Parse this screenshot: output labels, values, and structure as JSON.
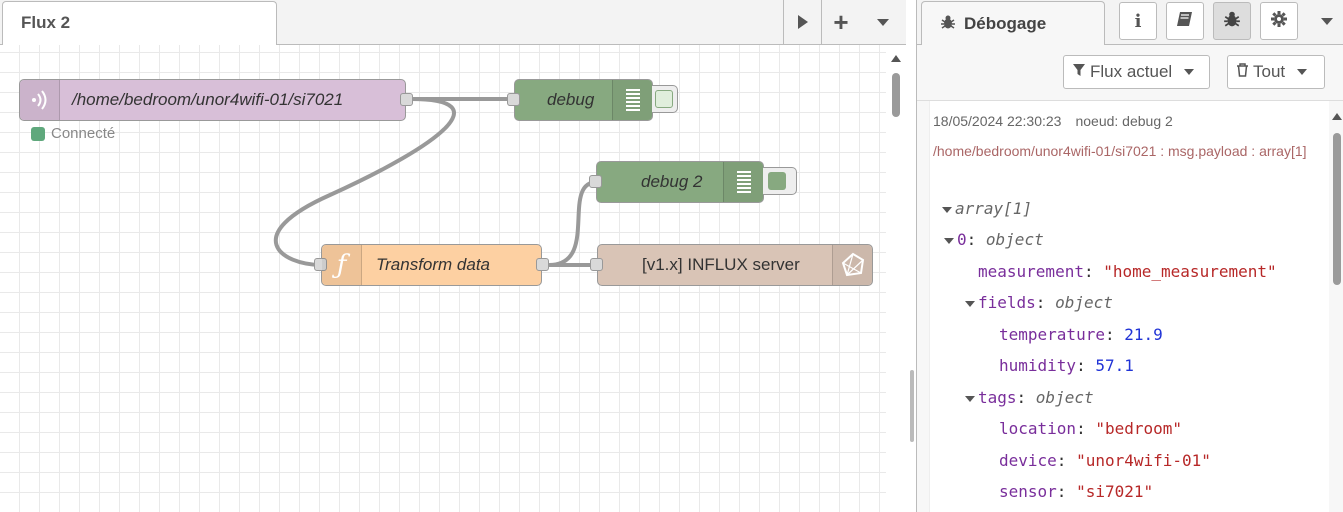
{
  "workspace": {
    "tabs": [
      {
        "label": "Flux 2"
      }
    ],
    "tools": {
      "deploy_icon": "play-icon",
      "add_icon": "plus-icon",
      "menu_icon": "caret-down-icon"
    }
  },
  "nodes": {
    "mqtt_in": {
      "label": "/home/bedroom/unor4wifi-01/si7021",
      "status": "Connecté",
      "status_color": "#5fa87c",
      "color": "#d8bfd8",
      "icon": "mqtt-wave-icon"
    },
    "debug1": {
      "label": "debug",
      "color": "#87a980",
      "icon": "debug-lines-icon",
      "active_color": "#e0eedc"
    },
    "debug2": {
      "label": "debug 2",
      "color": "#87a980",
      "icon": "debug-lines-icon",
      "active_color": "#87a980"
    },
    "function": {
      "label": "Transform data",
      "color": "#fdd0a2",
      "icon": "function-icon"
    },
    "influx": {
      "label": "[v1.x] INFLUX server",
      "color": "#d9c4b6",
      "icon": "influx-logo-icon"
    }
  },
  "sidebar": {
    "tab_label": "Débogage",
    "tab_icon": "bug-icon",
    "buttons": [
      {
        "name": "info",
        "icon": "info-icon"
      },
      {
        "name": "help",
        "icon": "book-icon"
      },
      {
        "name": "debug",
        "icon": "bug-icon",
        "selected": true
      },
      {
        "name": "config",
        "icon": "gear-icon"
      }
    ],
    "toolbar": {
      "filter_label": "Flux actuel",
      "clear_label": "Tout"
    }
  },
  "debug_message": {
    "timestamp": "18/05/2024 22:30:23",
    "node_ref": "noeud: debug 2",
    "topic_line": "/home/bedroom/unor4wifi-01/si7021 : msg.payload : array[1]",
    "root": "array[1]",
    "item0_key": "0",
    "item0_type": "object",
    "measurement_key": "measurement",
    "measurement_value": "\"home_measurement\"",
    "fields_key": "fields",
    "fields_type": "object",
    "temperature_key": "temperature",
    "temperature_value": "21.9",
    "humidity_key": "humidity",
    "humidity_value": "57.1",
    "tags_key": "tags",
    "tags_type": "object",
    "location_key": "location",
    "location_value": "\"bedroom\"",
    "device_key": "device",
    "device_value": "\"unor4wifi-01\"",
    "sensor_key": "sensor",
    "sensor_value": "\"si7021\""
  }
}
